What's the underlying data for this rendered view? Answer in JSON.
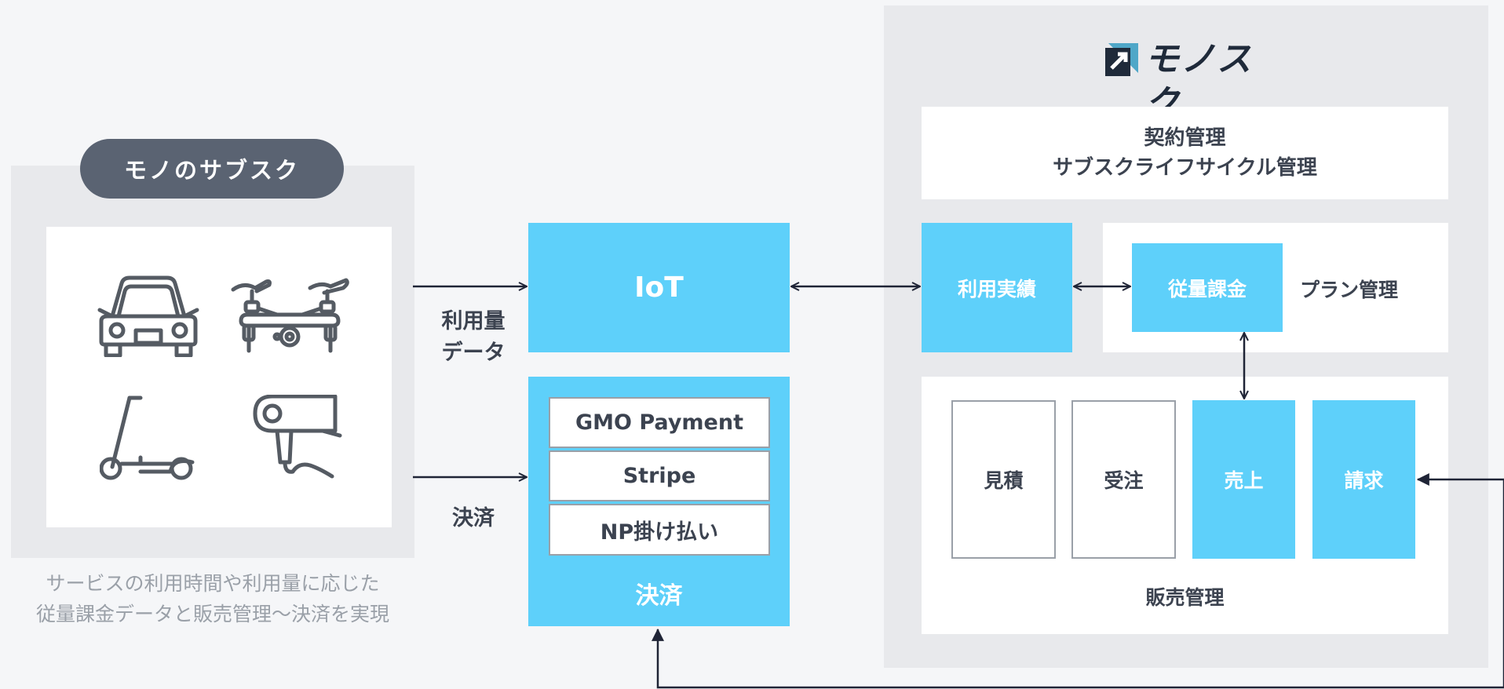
{
  "left_panel": {
    "badge": "モノのサブスク",
    "icons": [
      "car-icon",
      "drone-icon",
      "scooter-icon",
      "hair-dryer-icon"
    ],
    "caption_line1": "サービスの利用時間や利用量に応じた",
    "caption_line2": "従量課金データと販売管理〜決済を実現"
  },
  "connectors": {
    "usage_label_line1": "利用量",
    "usage_label_line2": "データ",
    "payment_label": "決済"
  },
  "iot": {
    "label": "IoT"
  },
  "payment": {
    "providers": [
      "GMO Payment",
      "Stripe",
      "NP掛け払い"
    ],
    "label": "決済"
  },
  "monosuku": {
    "logo_text": "モノスク",
    "contract": {
      "line1": "契約管理",
      "line2": "サブスクライフサイクル管理"
    },
    "usage_record": "利用実績",
    "metered_billing": "従量課金",
    "plan_management": "プラン管理",
    "sales": {
      "items": [
        "見積",
        "受注",
        "売上",
        "請求"
      ],
      "label": "販売管理"
    }
  }
}
